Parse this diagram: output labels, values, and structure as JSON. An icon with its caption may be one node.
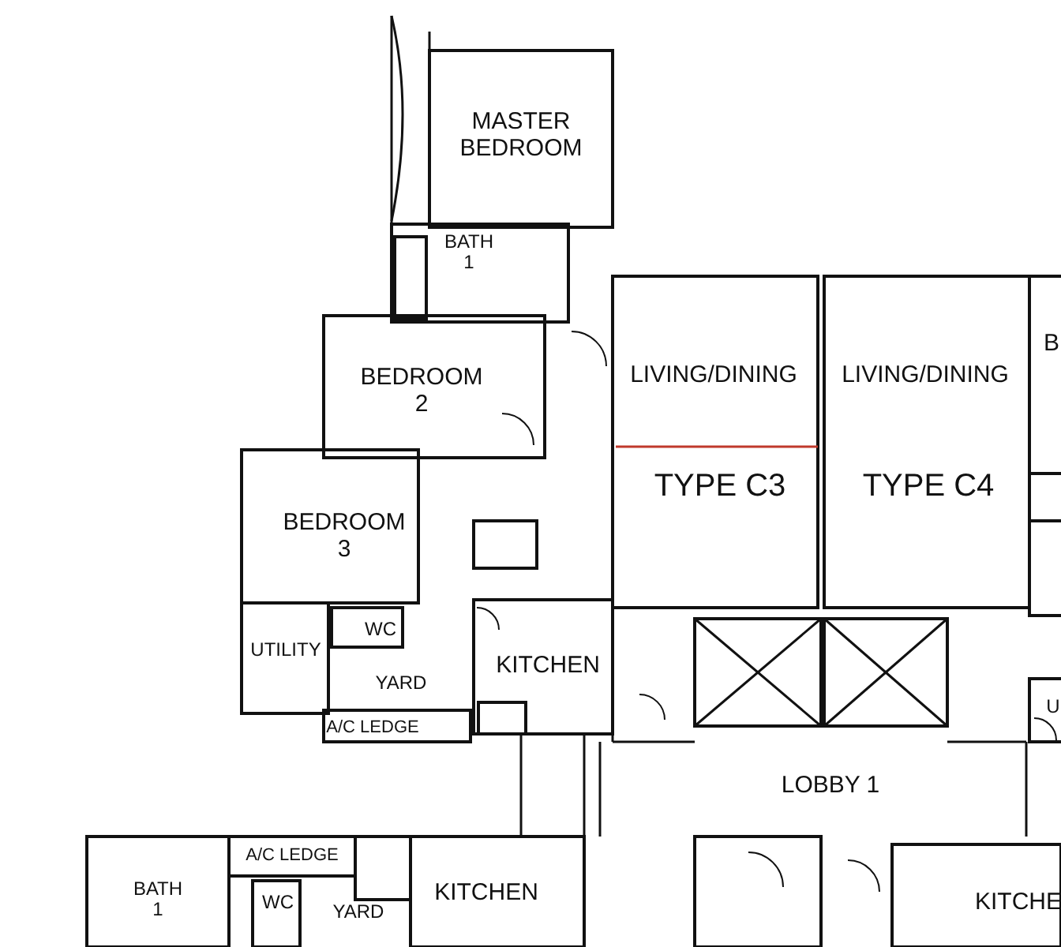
{
  "diagram": {
    "labels": [
      "MASTER BEDROOM",
      "BATH 1",
      "LIVING/DINING",
      "LIVING/DINING",
      "B",
      "BEDROOM 2",
      "TYPE C3",
      "TYPE C4",
      "BEDROOM 3",
      "UTILITY",
      "WC",
      "YARD",
      "KITCHEN",
      "A/C LEDGE",
      "U",
      "LOBBY 1",
      "A/C LEDGE",
      "BATH 1",
      "WC",
      "YARD",
      "KITCHEN",
      "KITCHE"
    ]
  }
}
